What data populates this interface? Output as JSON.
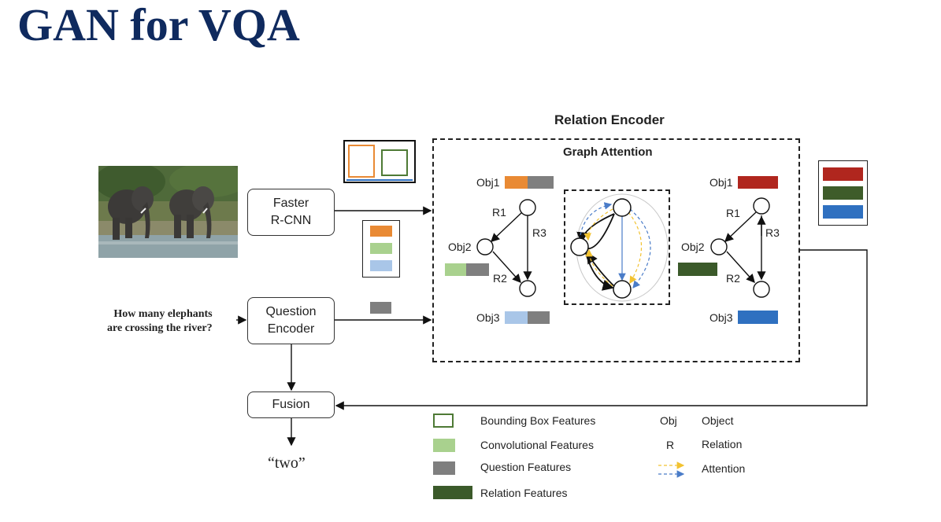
{
  "slide": {
    "title": "GAN for VQA"
  },
  "pipeline": {
    "faster_rcnn": [
      "Faster",
      "R-CNN"
    ],
    "question_encoder": [
      "Question",
      "Encoder"
    ],
    "fusion": "Fusion",
    "question_text": [
      "How many elephants",
      "are crossing the river?"
    ],
    "answer_text": "“two”"
  },
  "relation_encoder": {
    "title": "Relation Encoder",
    "graph_attention_title": "Graph Attention",
    "left_graph": {
      "obj1": "Obj1",
      "obj2": "Obj2",
      "obj3": "Obj3",
      "r1": "R1",
      "r2": "R2",
      "r3": "R3"
    },
    "right_graph": {
      "obj1": "Obj1",
      "obj2": "Obj2",
      "obj3": "Obj3",
      "r1": "R1",
      "r2": "R2",
      "r3": "R3"
    }
  },
  "legend": {
    "bounding_box": "Bounding Box Features",
    "convolutional": "Convolutional Features",
    "question": "Question Features",
    "relation": "Relation Features",
    "obj_key": "Obj",
    "obj_value": "Object",
    "r_key": "R",
    "r_value": "Relation",
    "attention": "Attention"
  },
  "colors": {
    "title": "#0f2a5e",
    "orange": "#e98a34",
    "light_green": "#a9d18e",
    "light_blue": "#a9c6e8",
    "gray": "#7f7f7f",
    "dark_green": "#3b5a2a",
    "red": "#b0261e",
    "green": "#3e5c2a",
    "blue": "#2f70c0",
    "bbox_orange": "#e98a34",
    "bbox_green": "#4e7a35",
    "attention_yellow": "#f2c230",
    "attention_blue": "#4a7cc8"
  },
  "icons": [
    "elephants-photo",
    "bounding-box-icon",
    "arrow-icon"
  ]
}
